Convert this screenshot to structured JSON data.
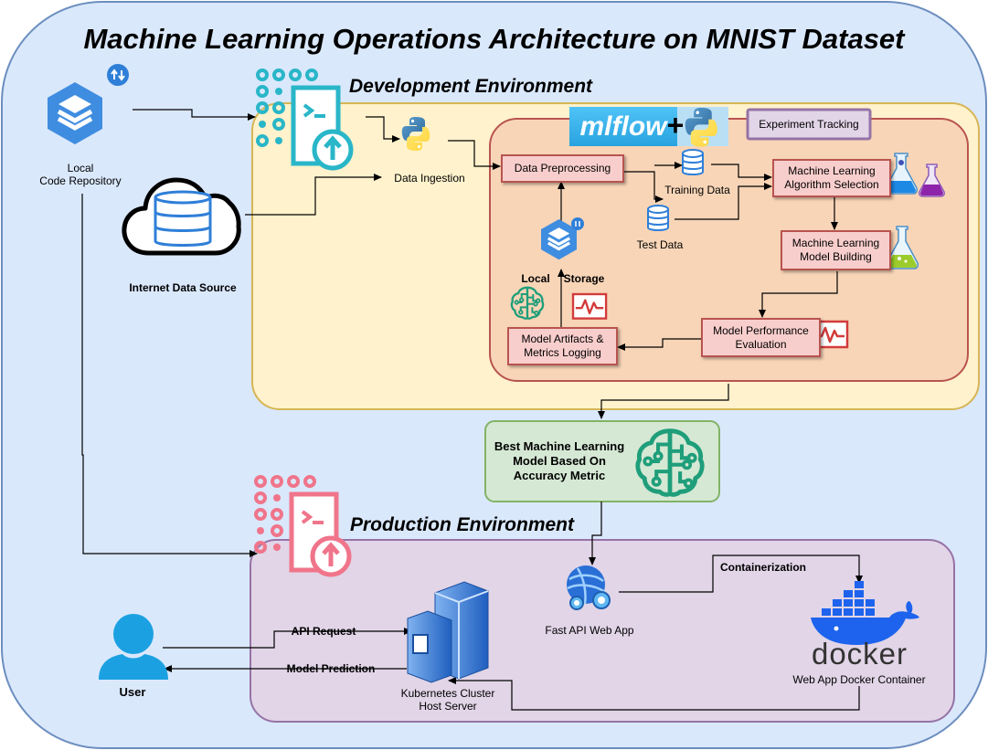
{
  "diagram_title": "Machine Learning Operations Architecture on MNIST Dataset",
  "environments": {
    "development": "Development Environment",
    "production": "Production Environment"
  },
  "sources": {
    "repo_line1": "Local",
    "repo_line2": "Code Repository",
    "internet": "Internet Data Source"
  },
  "dev": {
    "data_ingestion": "Data Ingestion",
    "mlflow_logo": "mlflow",
    "plus": "+",
    "experiment_tracking": "Experiment Tracking",
    "data_preprocessing": "Data Preprocessing",
    "training_data": "Training Data",
    "test_data": "Test Data",
    "algo_line1": "Machine Learning",
    "algo_line2": "Algorithm Selection",
    "build_line1": "Machine Learning",
    "build_line2": "Model Building",
    "eval_line1": "Model Performance",
    "eval_line2": "Evaluation",
    "artifacts_line1": "Model Artifacts &",
    "artifacts_line2": "Metrics Logging",
    "local": "Local",
    "storage": "Storage"
  },
  "best_model": {
    "line1": "Best Machine Learning",
    "line2": "Model Based On",
    "line3": "Accuracy Metric"
  },
  "prod": {
    "fastapi": "Fast API Web App",
    "containerization": "Containerization",
    "docker_logo": "docker",
    "docker_container": "Web App Docker Container",
    "k8s_line1": "Kubernetes Cluster",
    "k8s_line2": "Host Server",
    "api_request": "API Request",
    "model_prediction": "Model Prediction",
    "user": "User"
  },
  "colors": {
    "outer_bg": "#dae8fc",
    "outer_border": "#6c8ebf",
    "dev_bg": "#fff2cc",
    "dev_border": "#d6b656",
    "mlflow_bg": "#f8d5b7",
    "box_fill": "#f8cecc",
    "box_border": "#b85450",
    "best_bg": "#d5e8d4",
    "best_border": "#82b366",
    "prod_bg": "#e1d5e7",
    "prod_border": "#9673a6",
    "icon_blue": "#2f7fd8",
    "icon_teal": "#29b6c8",
    "icon_pink": "#f0758a",
    "docker_blue": "#1d63ed",
    "user_blue": "#1ba1e2"
  },
  "icons": [
    "stack-icon",
    "cloud-database-icon",
    "devops-icon",
    "python-icon",
    "flask-icon",
    "database-icon",
    "storage-icon",
    "brain-icon",
    "monitor-icon",
    "server-icon",
    "webapp-gear-icon",
    "docker-icon",
    "user-icon"
  ]
}
